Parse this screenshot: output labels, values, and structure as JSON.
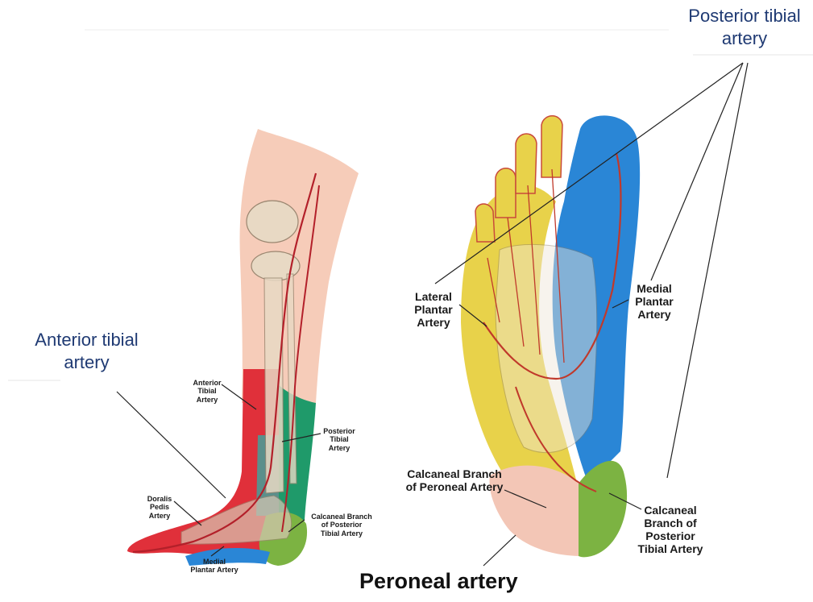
{
  "callouts": {
    "posterior_tibial": "Posterior tibial\nartery",
    "anterior_tibial": "Anterior tibial\nartery",
    "peroneal": "Peroneal artery"
  },
  "leg_labels": {
    "anterior_tibial": "Anterior\nTibial\nArtery",
    "posterior_tibial": "Posterior\nTibial\nArtery",
    "dorsalis_pedis": "Doralis\nPedis\nArtery",
    "calcaneal_posterior": "Calcaneal Branch\nof Posterior\nTibial Artery",
    "medial_plantar": "Medial\nPlantar Artery"
  },
  "sole_labels": {
    "lateral_plantar": "Lateral\nPlantar\nArtery",
    "medial_plantar": "Medial\nPlantar\nArtery",
    "calcaneal_peroneal": "Calcaneal Branch\nof Peroneal Artery",
    "calcaneal_posterior": "Calcaneal\nBranch of\nPosterior\nTibial Artery"
  },
  "colors": {
    "anterior_tibial_red": "#e0303a",
    "posterior_tibial_green": "#1f9a6a",
    "medial_plantar_blue": "#2a86d6",
    "lateral_plantar_yellow": "#e8d24a",
    "calcaneal_green": "#7cb342",
    "peroneal_pink": "#f3c6b6",
    "callout_navy": "#1f3a73"
  }
}
